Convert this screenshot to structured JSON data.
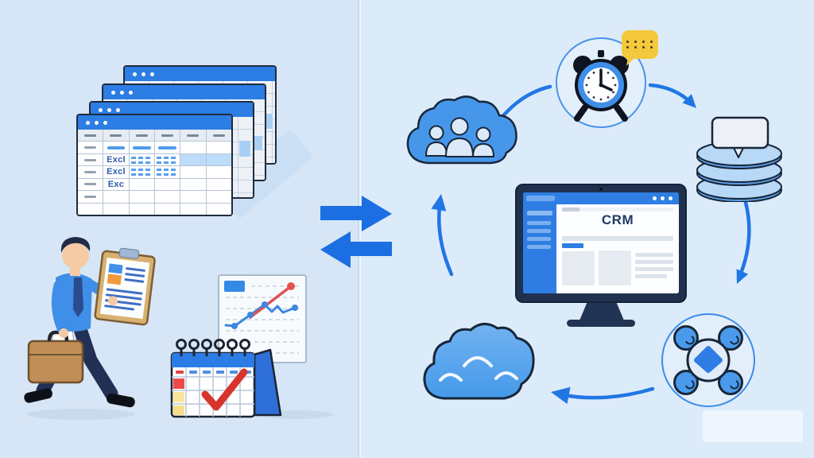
{
  "illustration": {
    "theme": "manual spreadsheet workflow synced with automated CRM cycle",
    "left_scene": {
      "spreadsheet_stack": {
        "window_count": 4,
        "visible_cell_texts": [
          "Excl",
          "Excl",
          "Exc"
        ]
      },
      "elements": [
        "businessman-with-briefcase-and-clipboard",
        "line-chart-document",
        "desk-calendar-with-checkmark"
      ]
    },
    "center": {
      "exchange_arrows": [
        "right",
        "left"
      ]
    },
    "right_scene": {
      "crm_monitor": {
        "title": "CRM"
      },
      "cycle_nodes": [
        "team-cloud",
        "alarm-clock-reminder",
        "database-with-message",
        "automation-bot",
        "cloud-storage"
      ],
      "cycle_direction": "clockwise"
    },
    "icons": {
      "team-cloud-icon": "cloud with three people silhouettes",
      "alarm-clock-icon": "alarm clock at ~3:00 inside light ring",
      "notification-bubble-icon": "yellow speech bubble with dots",
      "chat-database-icon": "three stacked discs with speech bubble",
      "crm-monitor-icon": "desktop monitor showing CRM app",
      "automation-bot-icon": "quad-rotor bot in light ring",
      "cloud-icon": "blue cloud with white arcs",
      "sync-arrows-icon": "two opposing horizontal arrows"
    },
    "colors": {
      "background_left": "#d7e6f6",
      "background_right": "#dcebfa",
      "accent_blue": "#2176e5",
      "titlebar_blue": "#2c7de4",
      "outline_dark": "#1f2b3d",
      "monitor_navy": "#20314f",
      "highlight_blue": "#bcdcf9",
      "bubble_yellow": "#f5c93d",
      "calendar_red": "#ee4a4a",
      "chart_red": "#e05252",
      "brief_brown": "#c08f57"
    }
  }
}
